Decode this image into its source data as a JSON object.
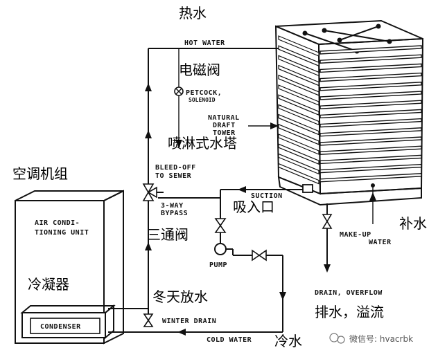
{
  "labels_en": {
    "hot_water": "HOT WATER",
    "petcock": "PETCOCK,",
    "solenoid": "SOLENOID",
    "natural": "NATURAL",
    "draft": "DRAFT",
    "tower": "TOWER",
    "bleed_off": "BLEED-OFF",
    "to_sewer": "TO SEWER",
    "suction": "SUCTION",
    "three_way": "3-WAY",
    "bypass": "BYPASS",
    "air_cond_1": "AIR CONDI-",
    "air_cond_2": "TIONING UNIT",
    "pump": "PUMP",
    "make_up": "MAKE-UP",
    "water": "WATER",
    "drain_overflow": "DRAIN, OVERFLOW",
    "condenser": "CONDENSER",
    "winter_drain": "WINTER DRAIN",
    "cold_water": "COLD WATER"
  },
  "labels_zh": {
    "hot_water": "热水",
    "solenoid_valve": "电磁阀",
    "spray_tower": "喷淋式水塔",
    "ac_unit": "空调机组",
    "suction_inlet": "吸入口",
    "three_way_valve": "三通阀",
    "make_up": "补水",
    "condenser": "冷凝器",
    "winter_drain": "冬天放水",
    "drain_overflow": "排水，溢流",
    "cold_water": "冷水"
  },
  "watermark": "微信号: hvacrbk",
  "colors": {
    "line": "#111111",
    "background": "#ffffff"
  }
}
